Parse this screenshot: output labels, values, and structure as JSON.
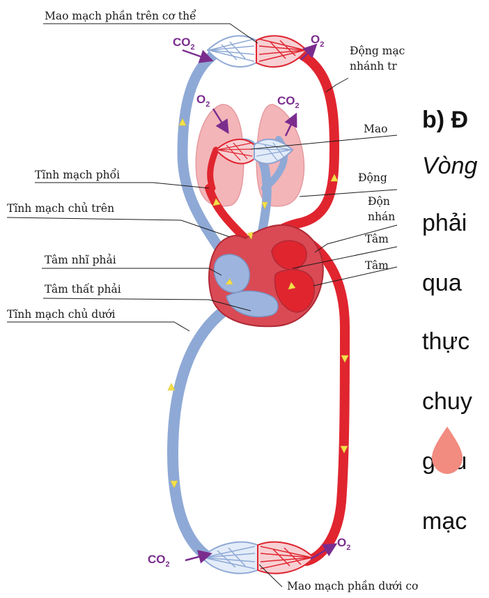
{
  "labels": {
    "upper_capillaries": "Mao mạch phần trên cơ thể",
    "upper_branch_artery": "Động mạch nhánh trên",
    "upper_branch_artery_l1": "Động mạc",
    "upper_branch_artery_l2": "nhánh tr",
    "lung_capillaries": "Mao",
    "pulmonary_vein": "Tĩnh mạch phổi",
    "pulmonary_artery": "Động",
    "superior_vena_cava": "Tĩnh mạch chủ trên",
    "aorta_l1": "Độn",
    "aorta_l2": "nhán",
    "left_atrium": "Tâm",
    "right_atrium": "Tâm nhĩ phải",
    "left_ventricle": "Tâm",
    "right_ventricle": "Tâm thất phải",
    "inferior_vena_cava": "Tĩnh mạch chủ dưới",
    "lower_capillaries": "Mao mạch phần dưới cơ thể"
  },
  "gases": {
    "co2_main": "CO",
    "co2_sub": "2",
    "o2_main": "O",
    "o2_sub": "2"
  },
  "side_text": {
    "heading": "b) Đ",
    "line1": "Vòng",
    "line2": "phải",
    "line3": "qua",
    "line4": "thực",
    "line5": "chuy",
    "line6": "giàu",
    "line7": "mạc"
  },
  "colors": {
    "artery": "#e0252f",
    "vein": "#8fa9d6",
    "lung": "#f3b5b8",
    "arrow_flow": "#f5e04a",
    "gas_arrow": "#7b2d8e",
    "marker": "#f28b80"
  }
}
